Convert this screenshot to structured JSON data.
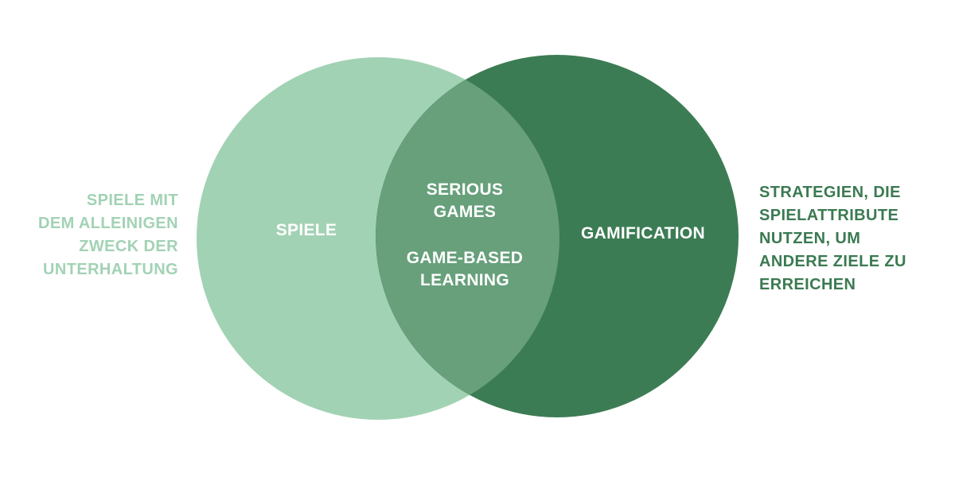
{
  "colors": {
    "left_circle": "#a2d2b4",
    "right_circle": "#3c7c54",
    "overlap": "#67a07b",
    "left_text": "#a2d2b4",
    "right_text": "#3b7a52",
    "label_text": "#ffffff"
  },
  "circles": {
    "left": {
      "label": "SPIELE"
    },
    "right": {
      "label": "GAMIFICATION"
    }
  },
  "overlap": {
    "label_1": [
      "SERIOUS",
      "GAMES"
    ],
    "label_2": [
      "GAME-BASED",
      "LEARNING"
    ]
  },
  "left_description": [
    "SPIELE MIT",
    "DEM ALLEINIGEN",
    "ZWECK DER",
    "UNTERHALTUNG"
  ],
  "right_description": [
    "STRATEGIEN, DIE",
    "SPIELATTRIBUTE",
    "NUTZEN, UM",
    "ANDERE ZIELE ZU",
    "ERREICHEN"
  ]
}
